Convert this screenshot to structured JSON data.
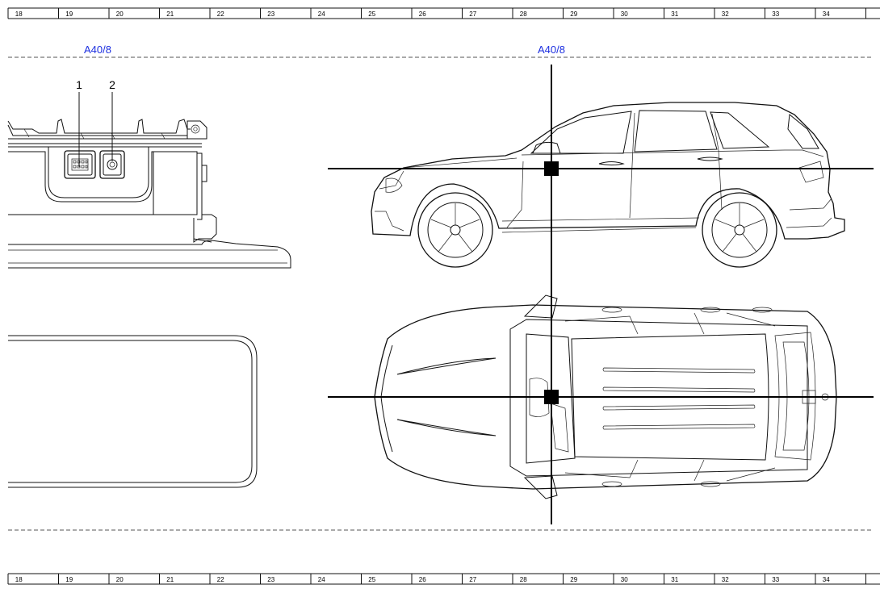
{
  "ruler": {
    "numbers": [
      "18",
      "19",
      "20",
      "21",
      "22",
      "23",
      "24",
      "25",
      "26",
      "27",
      "28",
      "29",
      "30",
      "31",
      "32",
      "33",
      "34"
    ]
  },
  "labels": {
    "left_title": "A40/8",
    "right_title": "A40/8",
    "callout_1": "1",
    "callout_2": "2"
  },
  "colors": {
    "title_color": "#1c2fe0",
    "line_color": "#111111",
    "marker_color": "#000000"
  }
}
